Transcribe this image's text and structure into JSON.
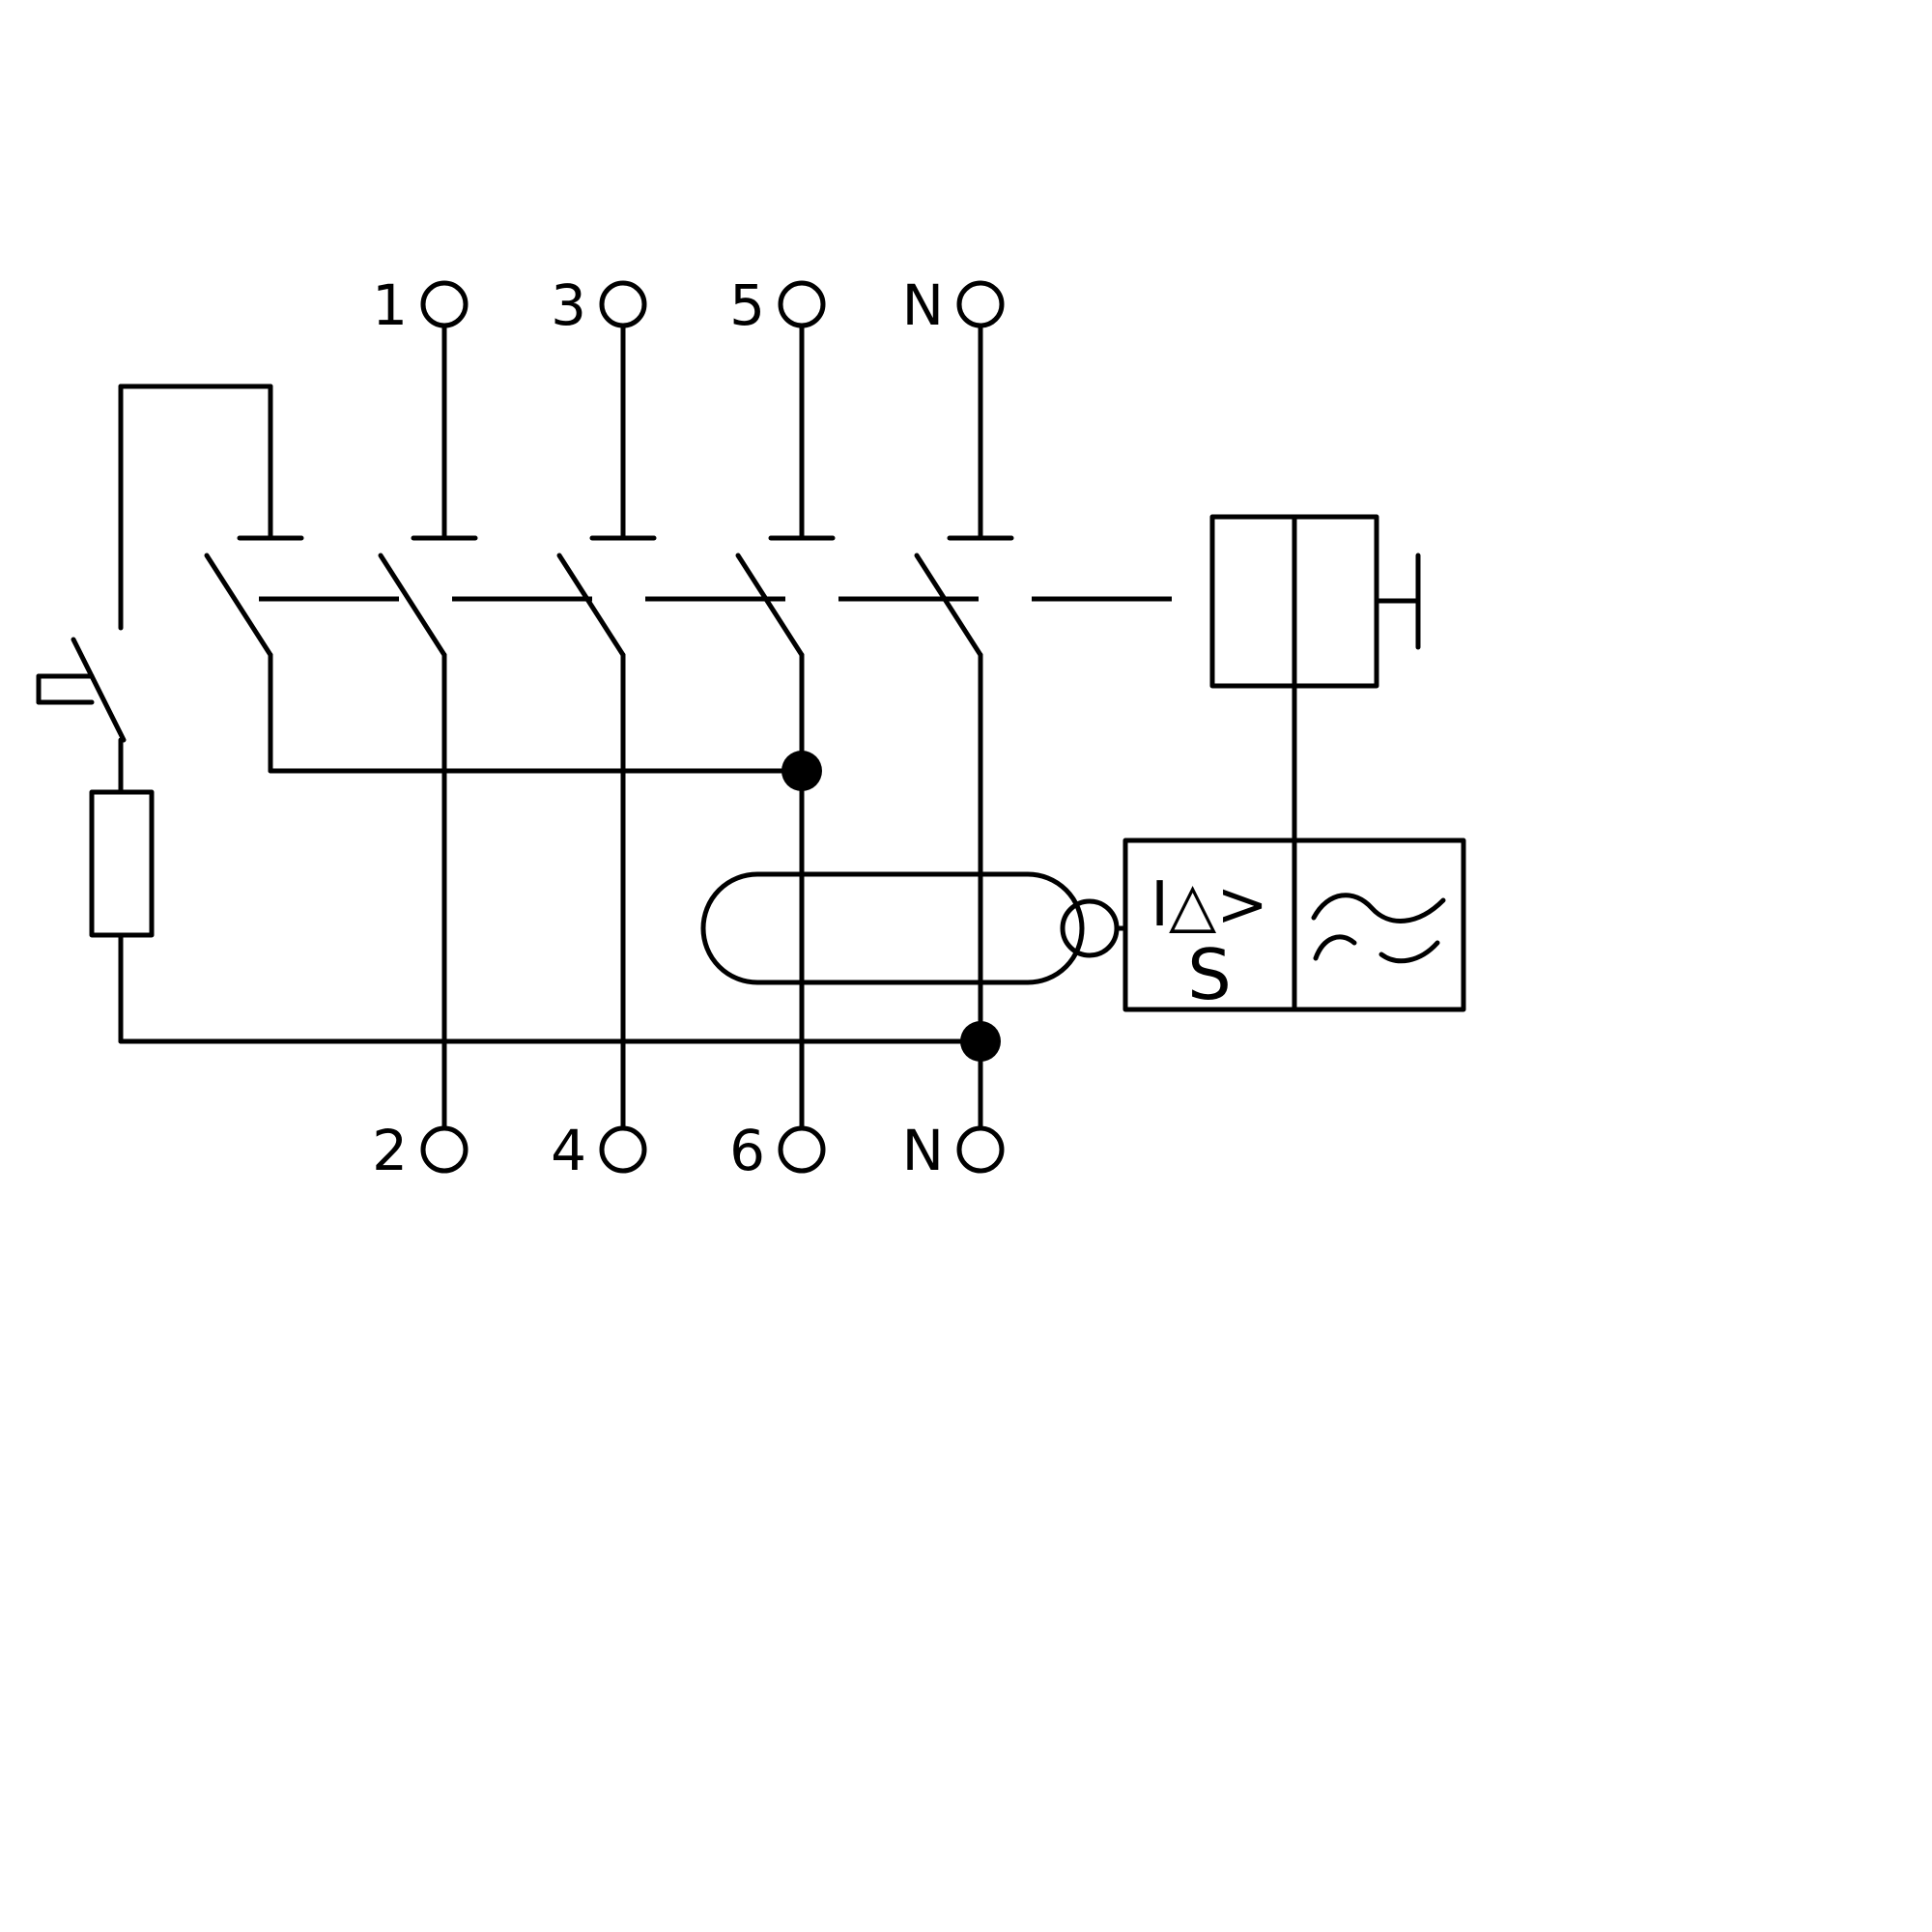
{
  "colors": {
    "stroke": "#000000",
    "background": "#ffffff"
  },
  "terminals": {
    "top": [
      "1",
      "3",
      "5",
      "N"
    ],
    "bottom": [
      "2",
      "4",
      "6",
      "N"
    ]
  },
  "trip_unit": {
    "label_line1": "I△>",
    "label_line2": "S"
  }
}
